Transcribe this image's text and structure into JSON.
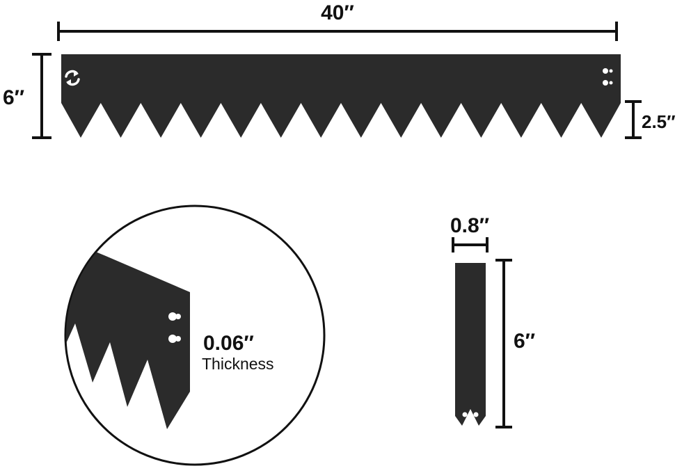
{
  "colors": {
    "metal": "#2b2b2b",
    "line": "#111111",
    "hole": "#ffffff",
    "background": "#ffffff"
  },
  "strip": {
    "length_label": "40′′",
    "height_label": "6′′",
    "spike_label": "2.5′′",
    "spike_count": 14,
    "icon": "arrows-connect-icon"
  },
  "detail": {
    "thickness_value": "0.06′′",
    "thickness_caption": "Thickness"
  },
  "stake": {
    "width_label": "0.8′′",
    "height_label": "6′′"
  }
}
